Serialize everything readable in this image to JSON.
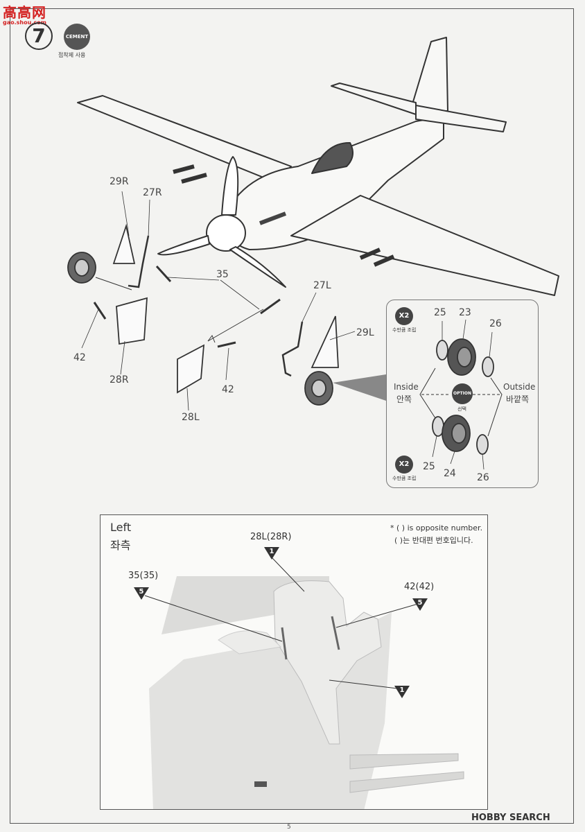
{
  "watermark": {
    "chars": "高高网",
    "url": "gao.shou.com"
  },
  "step": {
    "number": "7"
  },
  "cement": {
    "badge": "CEMENT",
    "caption": "접착제 사용"
  },
  "parts": {
    "p29R": "29R",
    "p27R": "27R",
    "p35": "35",
    "p42a": "42",
    "p28R": "28R",
    "p27L": "27L",
    "p29L": "29L",
    "p42b": "42",
    "p28L": "28L"
  },
  "inset": {
    "x2_top": "X2",
    "x2_top_cap": "수만큼 조립",
    "x2_bottom": "X2",
    "x2_bottom_cap": "수만큼 조립",
    "option": "OPTION",
    "option_cap": "선택",
    "inside_en": "Inside",
    "inside_ko": "안쪽",
    "outside_en": "Outside",
    "outside_ko": "바깥쪽",
    "top_parts": [
      "25",
      "23",
      "26"
    ],
    "bottom_parts": [
      "25",
      "24",
      "26"
    ]
  },
  "detail": {
    "title_en": "Left",
    "title_ko": "좌측",
    "note1": "* (    ) is opposite number.",
    "note2": "(    )는 반대편 번호입니다.",
    "c1_label": "28L(28R)",
    "c1_num": "1",
    "c2_label": "35(35)",
    "c2_num": "5",
    "c3_label": "42(42)",
    "c3_num": "5",
    "c4_num": "1"
  },
  "footer": {
    "logo": "HOBBY SEARCH",
    "page": "5"
  }
}
